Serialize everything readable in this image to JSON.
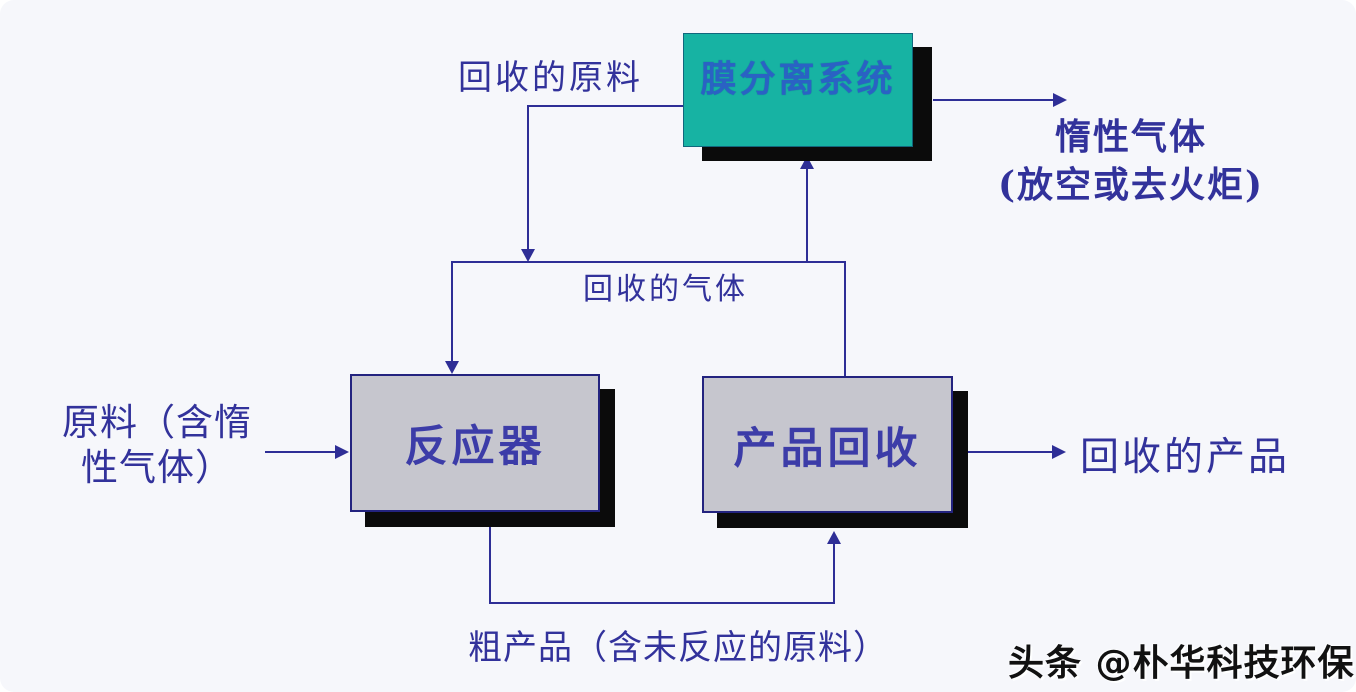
{
  "diagram": {
    "nodes": {
      "membrane": {
        "label": "膜分离系统"
      },
      "reactor": {
        "label": "反应器"
      },
      "product_recovery": {
        "label": "产品回收"
      }
    },
    "labels": {
      "recycled_feed": "回收的原料",
      "recycled_gas": "回收的气体",
      "inert_gas_line1": "惰性气体",
      "inert_gas_line2": "(放空或去火炬)",
      "feed_line1": "原料（含惰",
      "feed_line2": "性气体）",
      "recovered_product": "回收的产品",
      "crude_product": "粗产品（含未反应的原料）"
    },
    "watermark": "头条 @朴华科技环保",
    "colors": {
      "background": "#f6f7fb",
      "line": "#2e2e96",
      "label_text": "#32329b",
      "box_border": "#23237f",
      "process_box_fill": "#c6c6ce",
      "process_box_text": "#3c3ca8",
      "membrane_box_fill": "#17b3a3",
      "membrane_text": "#2a62c4",
      "shadow": "#0b0b0b",
      "watermark_text": "#111111"
    }
  }
}
